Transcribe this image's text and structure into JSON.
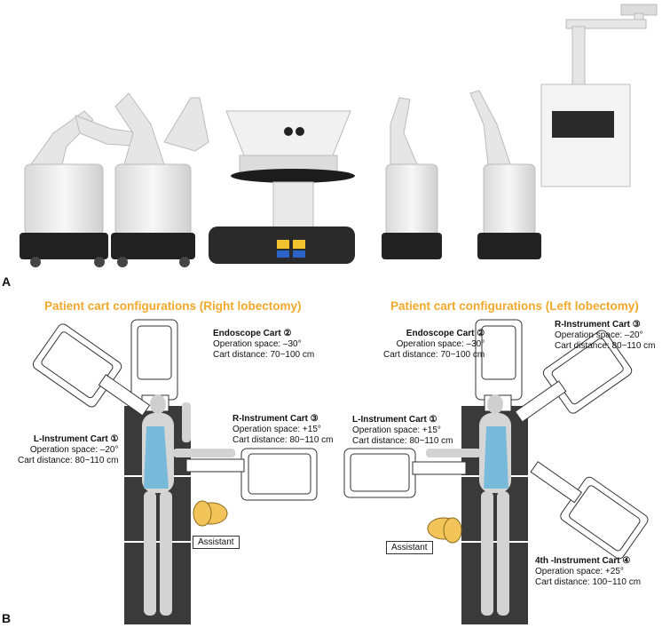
{
  "panels": {
    "a_label": "A",
    "b_label": "B"
  },
  "right_lobectomy": {
    "heading": "Patient cart configurations (Right lobectomy)",
    "endoscope": {
      "title": "Endoscope Cart ②",
      "space": "Operation space: –30°",
      "distance": "Cart distance: 70~100 cm"
    },
    "r_instrument": {
      "title": "R-Instrument Cart ③",
      "space": "Operation space: +15°",
      "distance": "Cart distance: 80~110 cm"
    },
    "l_instrument": {
      "title": "L-Instrument Cart ①",
      "space": "Operation space: –20°",
      "distance": "Cart distance: 80~110 cm"
    },
    "assistant": "Assistant"
  },
  "left_lobectomy": {
    "heading": "Patient cart configurations (Left lobectomy)",
    "endoscope": {
      "title": "Endoscope Cart ②",
      "space": "Operation space: –30°",
      "distance": "Cart distance: 70~100 cm"
    },
    "r_instrument": {
      "title": "R-Instrument Cart ③",
      "space": "Operation space: –20°",
      "distance": "Cart distance: 80~110 cm"
    },
    "l_instrument": {
      "title": "L-Instrument Cart ①",
      "space": "Operation space: +15°",
      "distance": "Cart distance: 80~110 cm"
    },
    "fourth_instrument": {
      "title": "4th -Instrument Cart ④",
      "space": "Operation space: +25°",
      "distance": "Cart distance: 100~110 cm"
    },
    "assistant": "Assistant"
  },
  "colors": {
    "heading": "#f2a92b",
    "table": "#3a3a3a",
    "spine": "#5fb3d9",
    "assistant_head": "#f3c45a",
    "device_body": "#eeeeee",
    "device_base": "#222222"
  }
}
